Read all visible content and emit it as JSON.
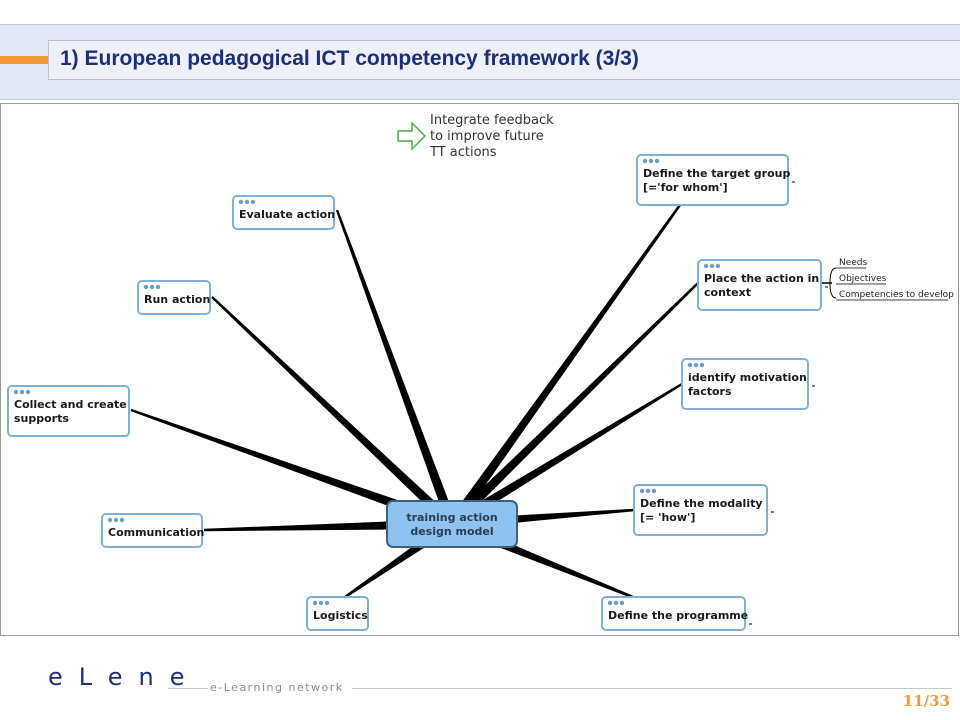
{
  "title": "1) European pedagogical ICT competency framework (3/3)",
  "diagram": {
    "feedback_lines": [
      "Integrate feedback",
      "to improve future",
      "TT actions"
    ],
    "center_lines": [
      "training action",
      "design model"
    ],
    "nodes": [
      {
        "id": "evaluate-action",
        "lines": [
          "Evaluate action"
        ]
      },
      {
        "id": "run-action",
        "lines": [
          "Run action"
        ]
      },
      {
        "id": "collect-supports",
        "lines": [
          "Collect and create",
          "supports"
        ]
      },
      {
        "id": "communication",
        "lines": [
          "Communication"
        ]
      },
      {
        "id": "logistics",
        "lines": [
          "Logistics"
        ]
      },
      {
        "id": "define-target-group",
        "lines": [
          "Define the target group",
          "[='for whom']"
        ]
      },
      {
        "id": "place-action-context",
        "lines": [
          "Place the action in",
          "context"
        ]
      },
      {
        "id": "motivation-factors",
        "lines": [
          "identify motivation",
          "factors"
        ]
      },
      {
        "id": "define-modality",
        "lines": [
          "Define the modality",
          "[= 'how']"
        ]
      },
      {
        "id": "define-programme",
        "lines": [
          "Define the programme"
        ]
      }
    ],
    "subtopics": [
      "Needs",
      "Objectives",
      "Competencies to develop"
    ]
  },
  "footer": {
    "logo": "eLene",
    "tagline": "e-Learning network",
    "page": "11/33"
  },
  "colors": {
    "title_text": "#1c2f7a",
    "accent_orange": "#f29a3a",
    "node_border": "#7fb0d6",
    "center_fill": "#8fc3ef",
    "feedback_arrow": "#4caf50"
  }
}
